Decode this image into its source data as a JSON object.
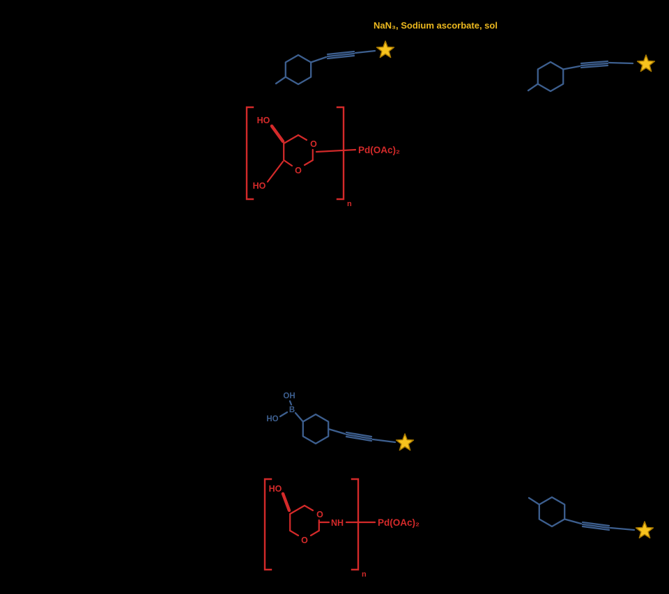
{
  "colors": {
    "background": "#000000",
    "blue": "#3d5f8f",
    "red": "#d42a2a",
    "star_fill": "#f7c31e",
    "star_stroke": "#a87900",
    "yellow_text": "#edb91f"
  },
  "conditions": {
    "text": "NaN₃, Sodium ascorbate, sol"
  },
  "labels": {
    "pd_catalyst": "Pd(OAc)₂",
    "hydroxyl": "HO",
    "hydroxyl_right": "OH",
    "ring_oxygen": "O",
    "amine_link": "NH",
    "boron": "B",
    "repeat_unit": "n"
  }
}
